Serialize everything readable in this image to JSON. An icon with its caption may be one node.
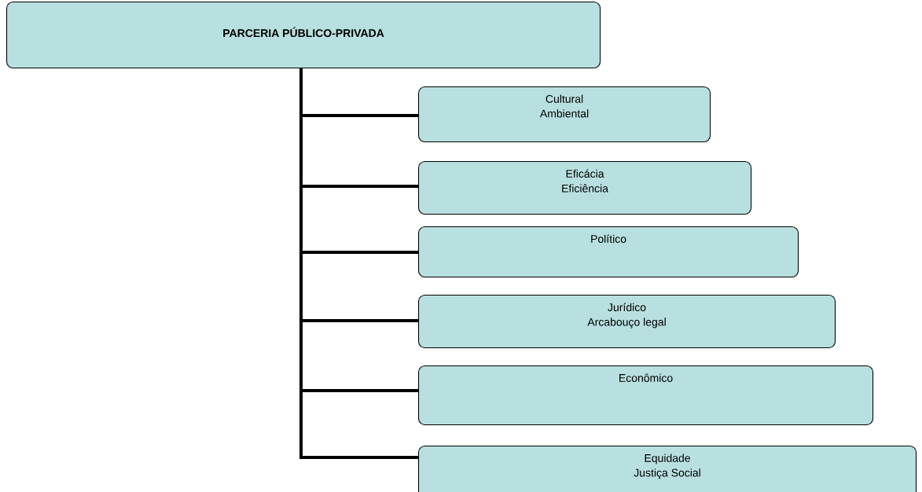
{
  "diagram": {
    "nodes": [
      {
        "text": [
          "PARCERIA PÚBLICO-PRIVADA"
        ]
      },
      {
        "text": [
          "Cultural",
          "Ambiental"
        ]
      },
      {
        "text": [
          "Eficácia",
          "Eficiência"
        ]
      },
      {
        "text": [
          "Político"
        ]
      },
      {
        "text": [
          "Jurídico",
          "Arcabouço legal"
        ]
      },
      {
        "text": [
          "Econômico"
        ]
      },
      {
        "text": [
          "Equidade",
          "Justiça Social"
        ]
      }
    ],
    "edges": [
      {
        "from": 0,
        "to": 1,
        "arrow": "none"
      },
      {
        "from": 0,
        "to": 2,
        "arrow": "none"
      },
      {
        "from": 0,
        "to": 3,
        "arrow": "none"
      },
      {
        "from": 0,
        "to": 4,
        "arrow": "none"
      },
      {
        "from": 0,
        "to": 5,
        "arrow": "none"
      },
      {
        "from": 0,
        "to": 6,
        "arrow": "none"
      }
    ]
  }
}
